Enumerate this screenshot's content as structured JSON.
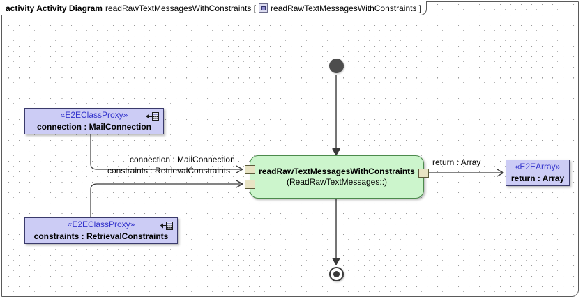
{
  "frame": {
    "keyword": "activity Activity Diagram",
    "name": "readRawTextMessagesWithConstraints [",
    "icon": "activity-diagram-icon",
    "inner_name": "readRawTextMessagesWithConstraints ]"
  },
  "nodes": {
    "initial": {
      "name": "initial-node"
    },
    "final": {
      "name": "activity-final-node"
    },
    "action": {
      "title": "readRawTextMessagesWithConstraints",
      "subtitle": "(ReadRawTextMessages::)"
    },
    "proxy_connection": {
      "stereotype": "«E2EClassProxy»",
      "label": "connection : MailConnection",
      "icon": "class-proxy-icon"
    },
    "proxy_constraints": {
      "stereotype": "«E2EClassProxy»",
      "label": "constraints : RetrievalConstraints",
      "icon": "class-proxy-icon"
    },
    "array_return": {
      "stereotype": "«E2EArray»",
      "label": "return : Array"
    }
  },
  "edges": {
    "connection": "connection : MailConnection",
    "constraints": "constraints : RetrievalConstraints",
    "return": "return : Array"
  },
  "colors": {
    "action_fill": "#ccf5cc",
    "action_stroke": "#4c8a4c",
    "proxy_fill": "#ccccf5",
    "proxy_stroke": "#3a3a6b",
    "stereotype_text": "#3333cc",
    "pin_fill": "#e8e4c4",
    "grid_dot": "#b4b4b4",
    "frame_stroke": "#5a5a5a"
  }
}
